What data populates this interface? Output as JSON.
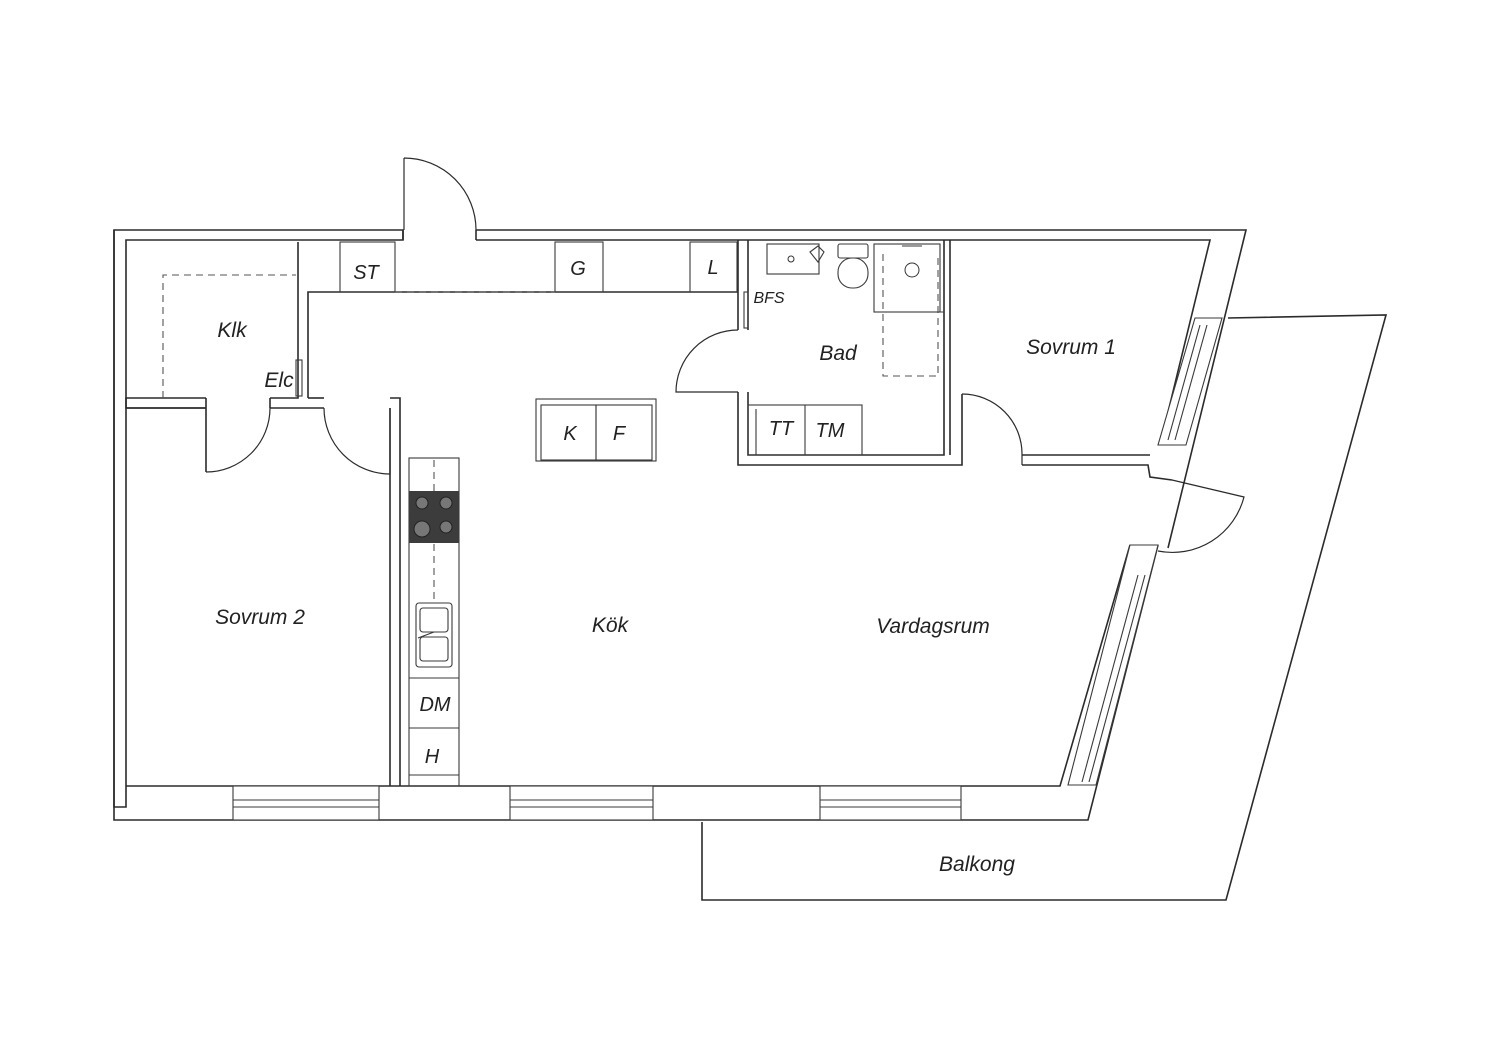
{
  "rooms": {
    "klk": "Klk",
    "elc": "Elc",
    "sovrum2": "Sovrum 2",
    "kok": "Kök",
    "vardagsrum": "Vardagsrum",
    "bad": "Bad",
    "sovrum1": "Sovrum 1",
    "balkong": "Balkong"
  },
  "fixtures": {
    "st": "ST",
    "g": "G",
    "l": "L",
    "bfs": "BFS",
    "k": "K",
    "f": "F",
    "tt": "TT",
    "tm": "TM",
    "dm": "DM",
    "h": "H"
  },
  "colors": {
    "line": "#2b2b2b",
    "stove": "#3c3c3c",
    "background": "#ffffff"
  }
}
